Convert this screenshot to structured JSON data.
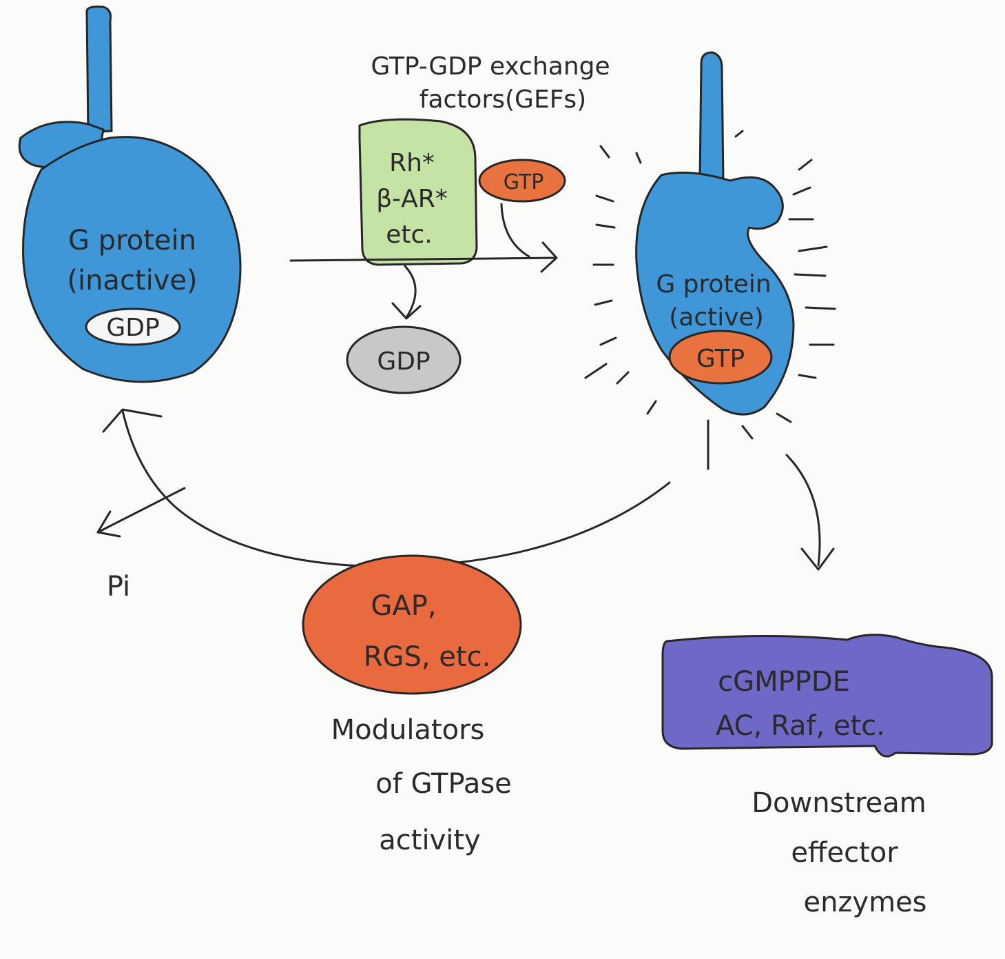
{
  "colors": {
    "g_protein": "#3f97d8",
    "gef_box": "#c5e3a5",
    "gtp": "#e8733e",
    "gdp_released": "#c8c8c8",
    "gap": "#e86a3e",
    "effector": "#6e68c6",
    "ink": "#262626"
  },
  "gef": {
    "title_line1": "GTP-GDP exchange",
    "title_line2": "factors(GEFs)",
    "box_line1": "Rh*",
    "box_line2": "β-AR*",
    "box_line3": "etc.",
    "gtp_in": "GTP",
    "gdp_out": "GDP"
  },
  "inactive": {
    "line1": "G protein",
    "line2": "(inactive)",
    "nucleotide": "GDP"
  },
  "active": {
    "line1": "G protein",
    "line2": "(active)",
    "nucleotide": "GTP"
  },
  "gap": {
    "line1": "GAP,",
    "line2": "RGS, etc.",
    "caption_line1": "Modulators",
    "caption_line2": "of GTPase",
    "caption_line3": "activity",
    "released": "Pi"
  },
  "effector": {
    "line1": "cGMPPDE",
    "line2": "AC, Raf, etc.",
    "caption_line1": "Downstream",
    "caption_line2": "effector",
    "caption_line3": "enzymes"
  }
}
